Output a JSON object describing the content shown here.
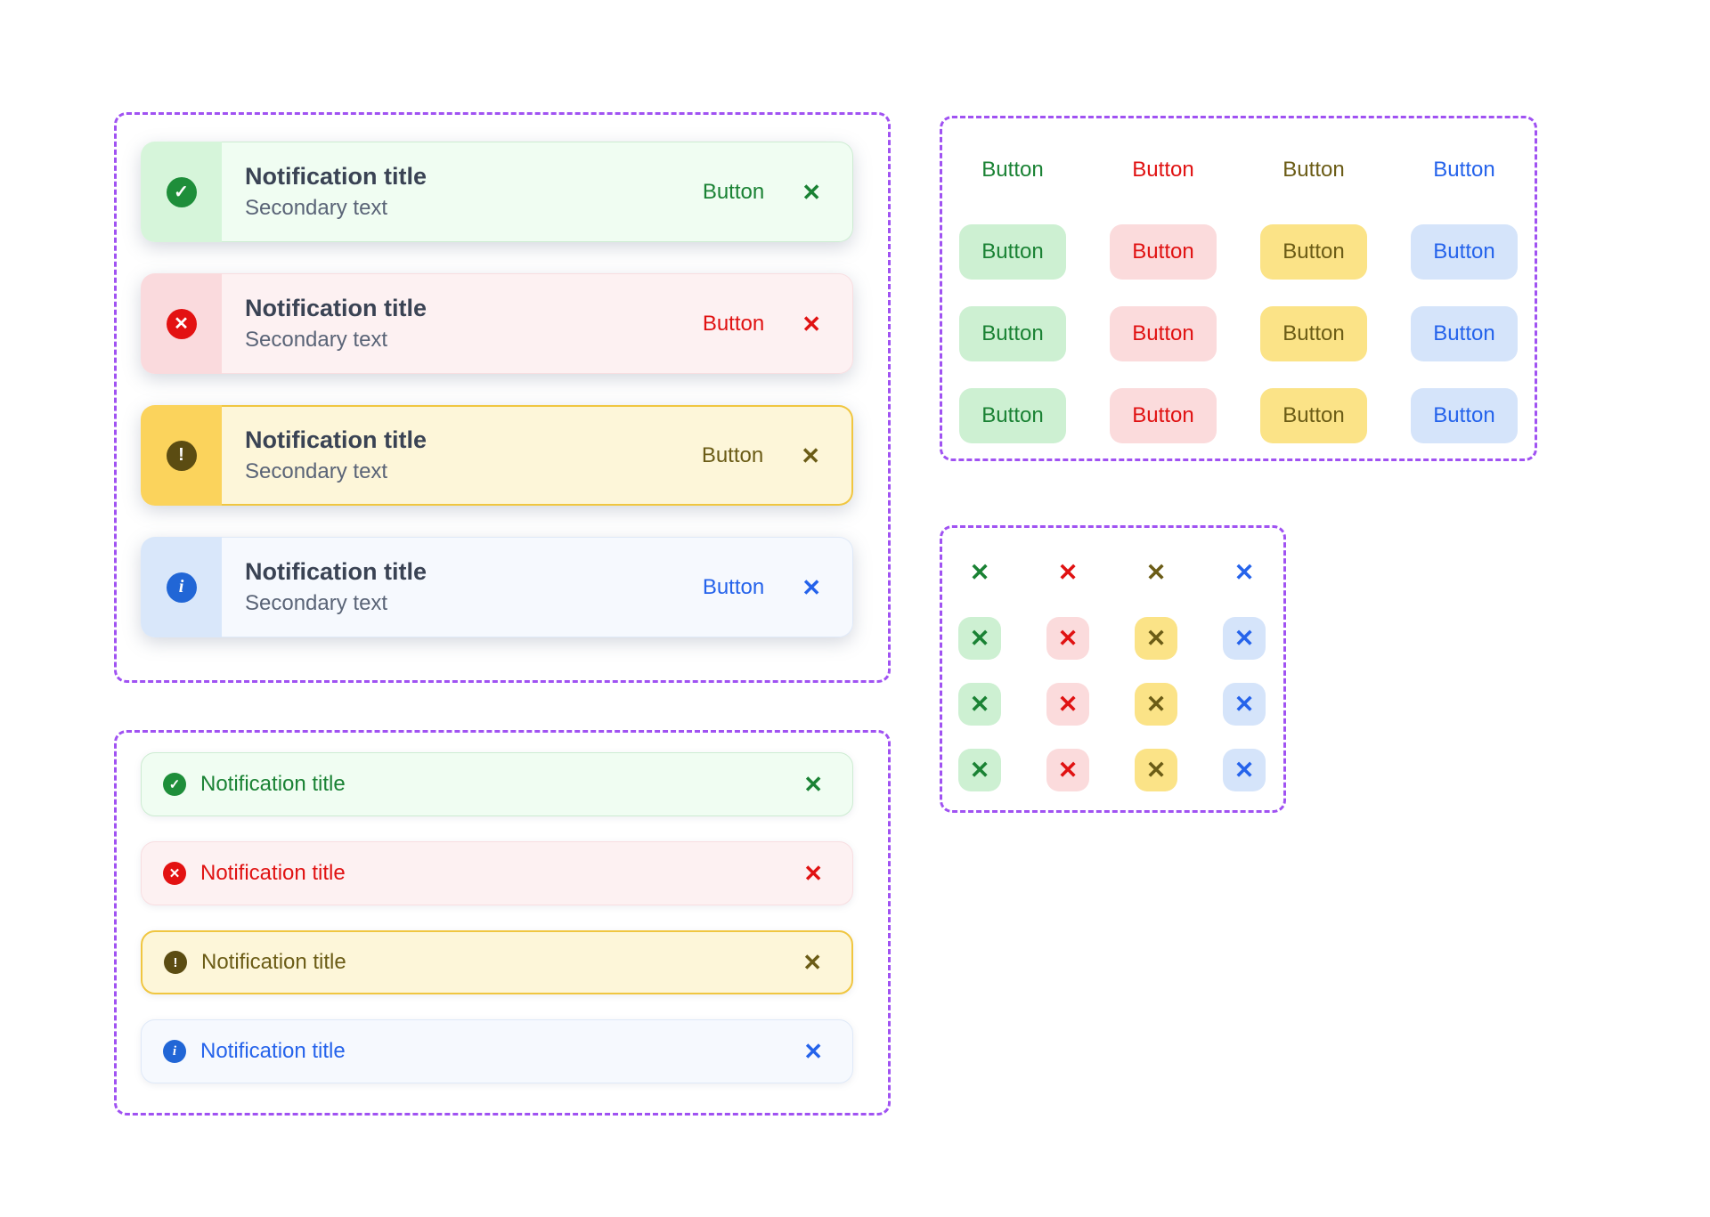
{
  "page": {
    "background": "#ffffff",
    "dashed_border_color": "#a052f2"
  },
  "glyphs": {
    "check": "✓",
    "cross": "✕",
    "exclamation": "!",
    "info": "i",
    "close": "✕"
  },
  "colors": {
    "title_text": "#3a4354",
    "secondary_text": "#5a6477",
    "success": {
      "strong": "#1a8234",
      "circle": "#1e8e3a",
      "strip": "#d6f5da",
      "body": "#f0fdf2",
      "border": "#cdecd2",
      "pill": "#cdf0d2"
    },
    "error": {
      "strong": "#e01212",
      "circle": "#e31212",
      "strip": "#fadadd",
      "body": "#fdf1f2",
      "border": "#f8dee1",
      "pill": "#fbdbdc"
    },
    "warning": {
      "strong": "#6b5c16",
      "circle": "#5b4c12",
      "strip": "#fbd35c",
      "body": "#fdf6d9",
      "border": "#f0c640",
      "pill": "#fbe387"
    },
    "info": {
      "strong": "#2563eb",
      "circle": "#2166d6",
      "strip": "#d9e7fa",
      "body": "#f6f9fe",
      "border": "#dfe9f8",
      "pill": "#d5e4fa"
    }
  },
  "toasts_large": {
    "items": [
      {
        "variant": "success",
        "title": "Notification title",
        "secondary": "Secondary text",
        "action": "Button"
      },
      {
        "variant": "error",
        "title": "Notification title",
        "secondary": "Secondary text",
        "action": "Button"
      },
      {
        "variant": "warning",
        "title": "Notification title",
        "secondary": "Secondary text",
        "action": "Button"
      },
      {
        "variant": "info",
        "title": "Notification title",
        "secondary": "Secondary text",
        "action": "Button"
      }
    ]
  },
  "toasts_compact": {
    "items": [
      {
        "variant": "success",
        "title": "Notification title"
      },
      {
        "variant": "error",
        "title": "Notification title"
      },
      {
        "variant": "warning",
        "title": "Notification title"
      },
      {
        "variant": "info",
        "title": "Notification title"
      }
    ]
  },
  "button_grid": {
    "label": "Button",
    "columns": [
      "success",
      "error",
      "warning",
      "info"
    ],
    "rows": [
      {
        "style": "text"
      },
      {
        "style": "filled"
      },
      {
        "style": "filled"
      },
      {
        "style": "filled"
      }
    ]
  },
  "close_grid": {
    "glyph": "✕",
    "columns": [
      "success",
      "error",
      "warning",
      "info"
    ],
    "rows": [
      {
        "style": "plain"
      },
      {
        "style": "filled"
      },
      {
        "style": "filled"
      },
      {
        "style": "filled"
      }
    ]
  }
}
